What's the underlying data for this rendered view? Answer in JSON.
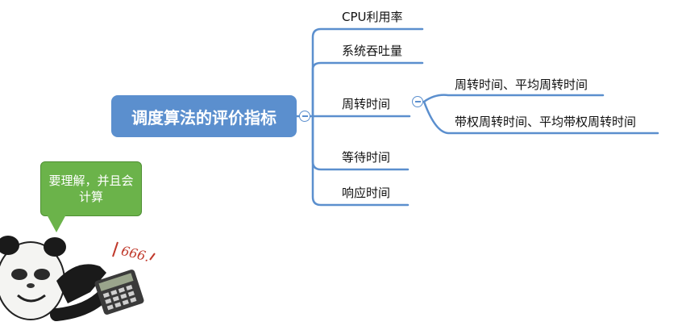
{
  "mindmap": {
    "root": {
      "label": "调度算法的评价指标"
    },
    "branches": [
      {
        "label": "CPU利用率"
      },
      {
        "label": "系统吞吐量"
      },
      {
        "label": "周转时间",
        "children": [
          {
            "label": "周转时间、平均周转时间"
          },
          {
            "label": "带权周转时间、平均带权周转时间"
          }
        ]
      },
      {
        "label": "等待时间"
      },
      {
        "label": "响应时间"
      }
    ]
  },
  "callout": {
    "text": "要理解，并且会计算"
  },
  "sticker": {
    "handwriting": "666."
  },
  "colors": {
    "accent": "#5b8fce",
    "bubble": "#6bb34a",
    "text": "#111111"
  }
}
